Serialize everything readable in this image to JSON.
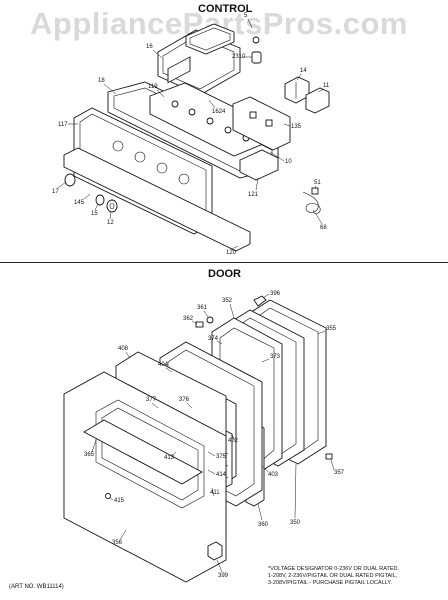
{
  "watermark": "AppliancePartsPros.com",
  "sections": {
    "control": "CONTROL",
    "door": "DOOR"
  },
  "labels": {
    "control": [
      "5",
      "16",
      "2310",
      "14",
      "11",
      "18",
      "119",
      "1624",
      "135",
      "10",
      "117",
      "121",
      "17",
      "145",
      "15",
      "12",
      "120",
      "51",
      "68"
    ],
    "door": [
      "396",
      "352",
      "361",
      "362",
      "355",
      "374",
      "408",
      "373",
      "404",
      "377",
      "376",
      "402",
      "365",
      "413",
      "375",
      "414",
      "411",
      "403",
      "357",
      "415",
      "360",
      "350",
      "356",
      "399"
    ]
  },
  "footnote": [
    "*VOLTAGE DESIGNATOR 0-236V OR DUAL RATED,",
    "1-208V, 2-236V/PIGTAIL OR DUAL RATED PIGTAIL,",
    "3-208V/PIGTAIL - PURCHASE PIGTAIL LOCALLY."
  ],
  "art_number": "(ART NO. WB11114)"
}
